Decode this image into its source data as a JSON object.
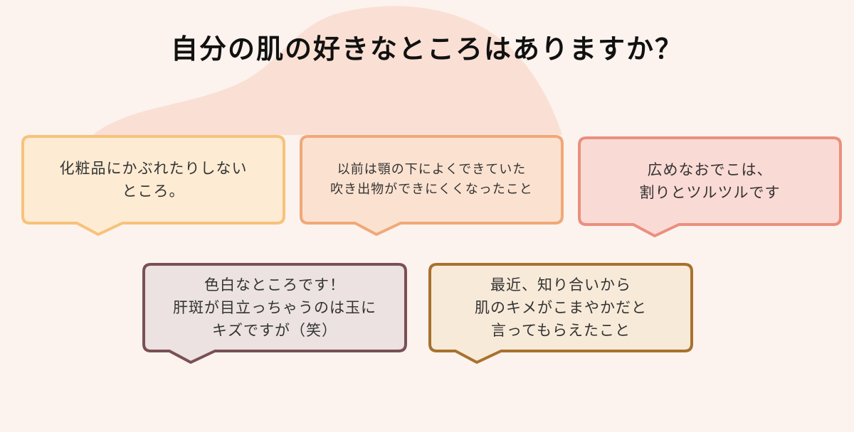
{
  "title": "自分の肌の好きなところはありますか？",
  "colors": {
    "background": "#fcf3ee",
    "blob": "#f9dccf"
  },
  "bubbles": [
    {
      "text": "化粧品にかぶれたりしない\nところ。",
      "border": "#f7c27a",
      "fill": "#fdebd3"
    },
    {
      "text": "以前は顎の下によくできていた\n吹き出物ができにくくなったこと",
      "border": "#f0a878",
      "fill": "#fbe2d0"
    },
    {
      "text": "広めなおでこは、\n割りとツルツルです",
      "border": "#ea8f7e",
      "fill": "#fadad4"
    },
    {
      "text": "色白なところです！\n肝斑が目立っちゃうのは玉に\nキズですが（笑）",
      "border": "#7a5055",
      "fill": "#ebe2e1"
    },
    {
      "text": "最近、知り合いから\n肌のキメがこまやかだと\n言ってもらえたこと",
      "border": "#a8712e",
      "fill": "#f8ead9"
    }
  ]
}
